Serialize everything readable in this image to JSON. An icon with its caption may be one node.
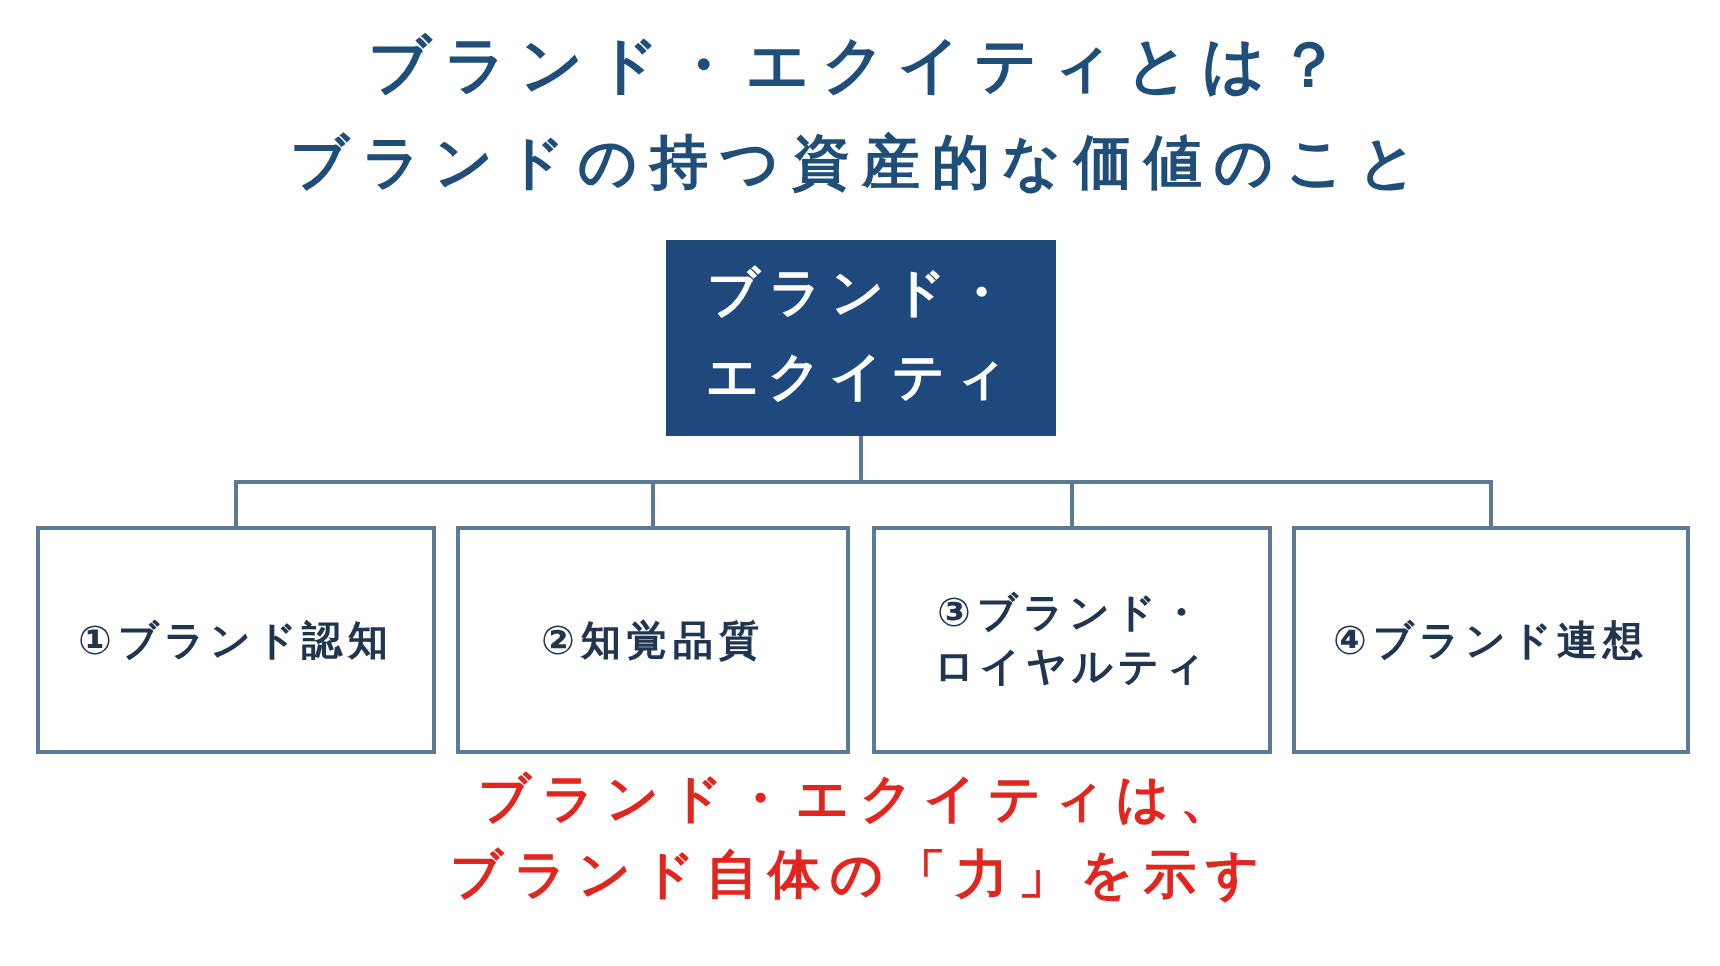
{
  "diagram": {
    "title": "ブランド・エクイティとは？",
    "labels": [
      "ブランドの持つ資産的な価値のこと"
    ],
    "nodes": [
      {
        "text": [
          "ブランド・エクイティ"
        ]
      },
      {
        "text": [
          "①ブランド認知"
        ]
      },
      {
        "text": [
          "②知覚品質"
        ]
      },
      {
        "text": [
          "③ブランド・ロイヤルティ"
        ]
      },
      {
        "text": [
          "④ブランド連想"
        ]
      }
    ],
    "edges": [
      {
        "from": 0,
        "to": 1,
        "arrow": "none"
      },
      {
        "from": 0,
        "to": 2,
        "arrow": "none"
      },
      {
        "from": 0,
        "to": 3,
        "arrow": "none"
      },
      {
        "from": 0,
        "to": 4,
        "arrow": "none"
      }
    ],
    "caption": "ブランド・エクイティは、ブランド自体の「力」を示す"
  }
}
